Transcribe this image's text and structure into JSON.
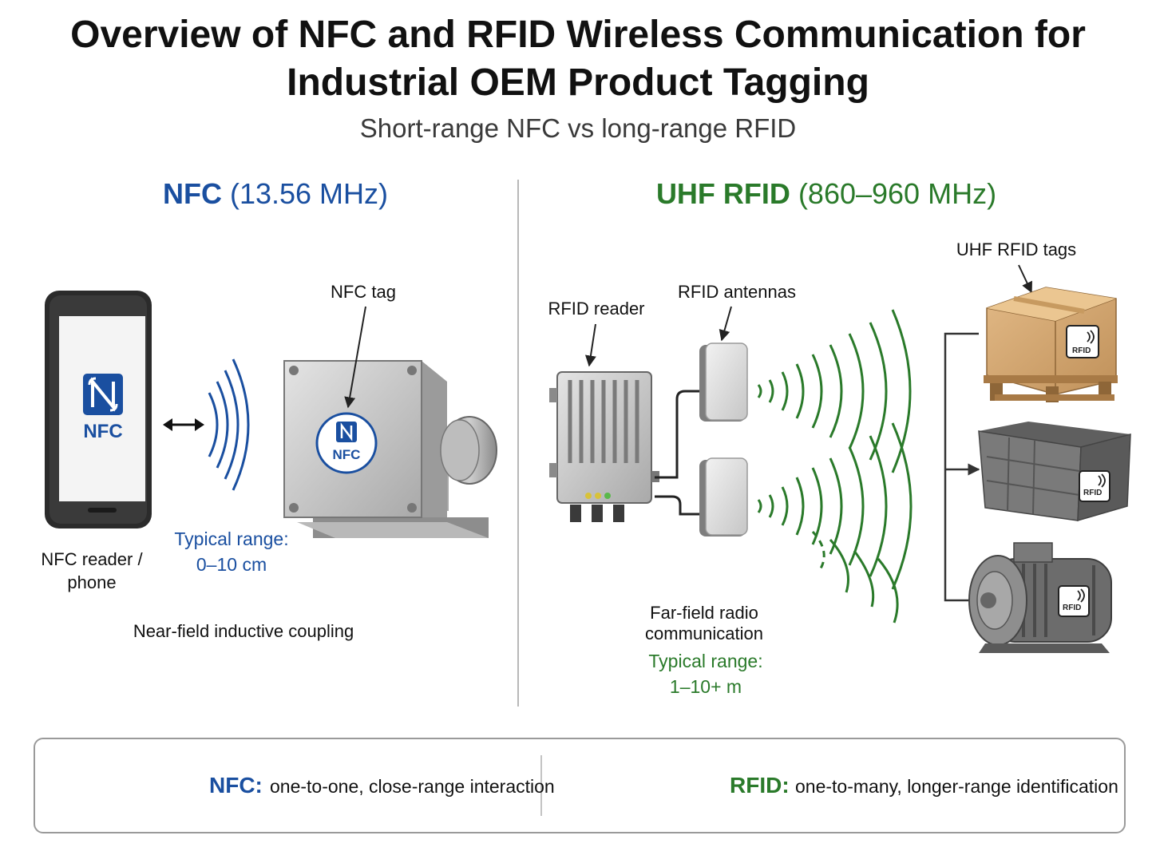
{
  "title": {
    "line1": "Overview of NFC and RFID Wireless Communication for",
    "line2": "Industrial OEM Product Tagging"
  },
  "subtitle": "Short-range NFC vs long-range RFID",
  "nfc": {
    "heading": "NFC",
    "frequency": "(13.56 MHz)",
    "reader_label_line1": "NFC reader /",
    "reader_label_line2": "phone",
    "tag_label": "NFC tag",
    "logo_text": "NFC",
    "range_label": "Typical range:",
    "range_value": "0–10 cm",
    "coupling_label": "Near-field inductive coupling",
    "color": "#1a4fa0"
  },
  "rfid": {
    "heading": "UHF RFID",
    "frequency": "(860–960 MHz)",
    "reader_label": "RFID reader",
    "antennas_label": "RFID antennas",
    "tags_label": "UHF RFID tags",
    "tag_text": "RFID",
    "comm_label": "Far-field radio communication",
    "range_label": "Typical range:",
    "range_value": "1–10+ m",
    "color": "#2a7a2a"
  },
  "comparison": {
    "nfc_key": "NFC:",
    "nfc_desc": "one-to-one, close-range interaction",
    "rfid_key": "RFID:",
    "rfid_desc": "one-to-many, longer-range identification"
  },
  "icons": [
    "nfc-logo-icon",
    "double-arrow-icon",
    "nfc-wave-icon",
    "rfid-wave-icon",
    "person-icon",
    "rfid-tag-icon"
  ]
}
